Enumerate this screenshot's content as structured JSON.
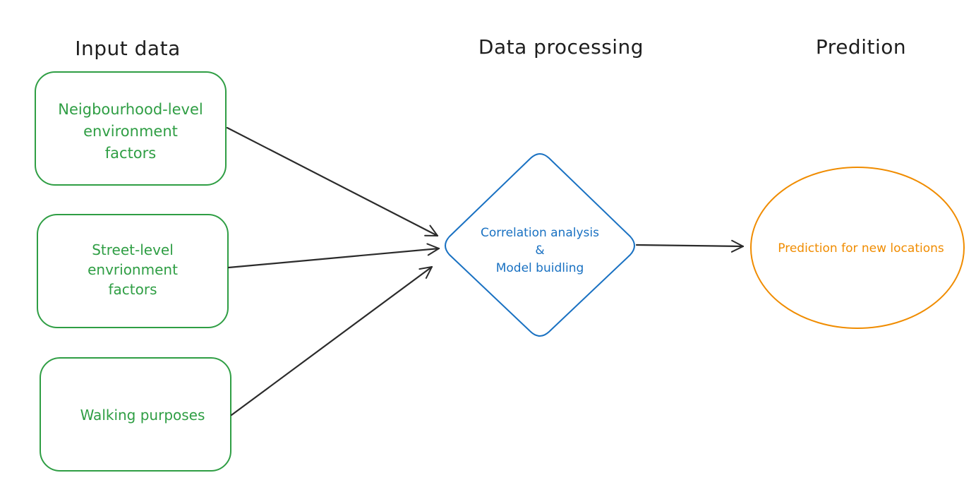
{
  "headings": {
    "input": "Input data",
    "processing": "Data processing",
    "prediction": "Predition"
  },
  "inputs": {
    "neighbourhood": [
      "Neigbourhood-level",
      "environment",
      "factors"
    ],
    "street": [
      "Street-level",
      "envrionment",
      "factors"
    ],
    "walking": [
      "Walking purposes"
    ]
  },
  "process": [
    "Correlation analysis",
    "&",
    "Model buidling"
  ],
  "output": [
    "Prediction for new locations"
  ],
  "colors": {
    "input": "#2f9e44",
    "process": "#1971c2",
    "output": "#f08c00",
    "text": "#1e1e1e",
    "arrow": "#2b2b2b"
  }
}
